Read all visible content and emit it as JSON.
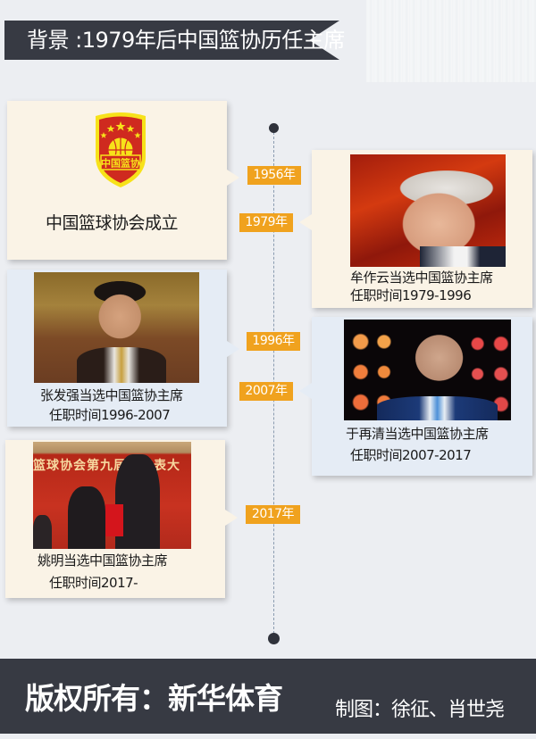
{
  "header": {
    "title": "背景 :1979年后中国篮协历任主席"
  },
  "timeline": {
    "years": [
      "1956年",
      "1979年",
      "1996年",
      "2007年",
      "2017年"
    ]
  },
  "cards": [
    {
      "type": "founding",
      "logo_text": "中国篮协",
      "caption_line1": "中国篮球协会成立",
      "year": "1956年"
    },
    {
      "type": "president",
      "photo": "mou-zuoyun-photo",
      "caption_line1": "牟作云当选中国篮协主席",
      "caption_line2": "任职时间1979-1996",
      "year": "1979年"
    },
    {
      "type": "president",
      "photo": "zhang-faqiang-photo",
      "caption_line1": "张发强当选中国篮协主席",
      "caption_line2": "任职时间1996-2007",
      "year": "1996年"
    },
    {
      "type": "president",
      "photo": "yu-zaiqing-photo",
      "caption_line1": "于再清当选中国篮协主席",
      "caption_line2": "任职时间2007-2017",
      "year": "2007年"
    },
    {
      "type": "president",
      "photo": "yao-ming-photo",
      "photo_banner_text": "篮球协会第九届　代表大",
      "caption_line1": "姚明当选中国篮协主席",
      "caption_line2": "任职时间2017-",
      "year": "2017年"
    }
  ],
  "footer": {
    "copyright": "版权所有：新华体育",
    "credit": "制图：徐征、肖世尧"
  },
  "colors": {
    "dark": "#373a43",
    "year_badge": "#f0a21e",
    "card_cream": "#faf3e6",
    "card_blue": "#e5ecf5",
    "background": "#eceef2"
  }
}
